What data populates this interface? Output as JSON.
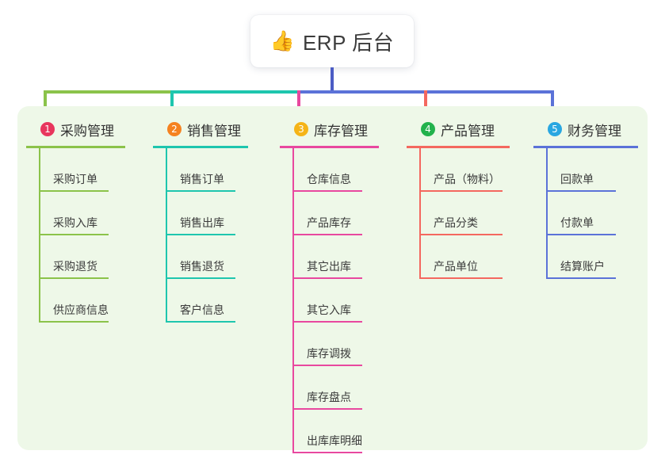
{
  "root": {
    "emoji": "👍",
    "emoji_name": "thumbs-up-icon",
    "title": "ERP 后台"
  },
  "panel": {
    "background_color": "#eef8e8"
  },
  "connectors": {
    "root_stem_color": "#4b5cc4",
    "bus_colors": [
      "#7cb342",
      "#17bfa5",
      "#4b5cc4",
      "#4b5cc4",
      "#5b72d8"
    ]
  },
  "columns": [
    {
      "number": "1",
      "title": "采购管理",
      "badge_color": "#e8365d",
      "line_color": "#8bc34a",
      "items": [
        "采购订单",
        "采购入库",
        "采购退货",
        "供应商信息"
      ]
    },
    {
      "number": "2",
      "title": "销售管理",
      "badge_color": "#f58220",
      "line_color": "#1ec6ae",
      "items": [
        "销售订单",
        "销售出库",
        "销售退货",
        "客户信息"
      ]
    },
    {
      "number": "3",
      "title": "库存管理",
      "badge_color": "#f5b417",
      "line_color": "#e8489f",
      "items": [
        "仓库信息",
        "产品库存",
        "其它出库",
        "其它入库",
        "库存调拨",
        "库存盘点",
        "出库库明细"
      ]
    },
    {
      "number": "4",
      "title": "产品管理",
      "badge_color": "#22b24c",
      "line_color": "#f4685f",
      "items": [
        "产品（物料）",
        "产品分类",
        "产品单位"
      ]
    },
    {
      "number": "5",
      "title": "财务管理",
      "badge_color": "#29a7e1",
      "line_color": "#5b72d8",
      "items": [
        "回款单",
        "付款单",
        "结算账户"
      ]
    }
  ]
}
